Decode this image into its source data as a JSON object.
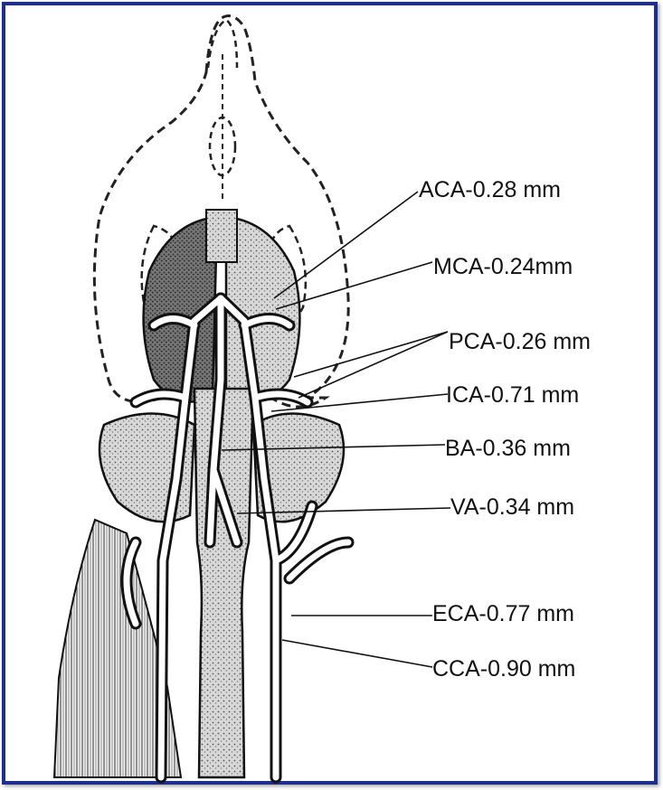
{
  "labels": [
    {
      "id": "aca",
      "text": "ACA-0.28 mm"
    },
    {
      "id": "mca",
      "text": "MCA-0.24mm"
    },
    {
      "id": "pca",
      "text": "PCA-0.26 mm"
    },
    {
      "id": "ica",
      "text": "ICA-0.71 mm"
    },
    {
      "id": "ba",
      "text": "BA-0.36 mm"
    },
    {
      "id": "va",
      "text": "VA-0.34 mm"
    },
    {
      "id": "eca",
      "text": "ECA-0.77 mm"
    },
    {
      "id": "cca",
      "text": "CCA-0.90 mm"
    }
  ],
  "colors": {
    "frame": "#1d2e8c",
    "ink": "#111111",
    "tissue_dark": "#555555",
    "tissue_light": "#cfcfcf"
  }
}
